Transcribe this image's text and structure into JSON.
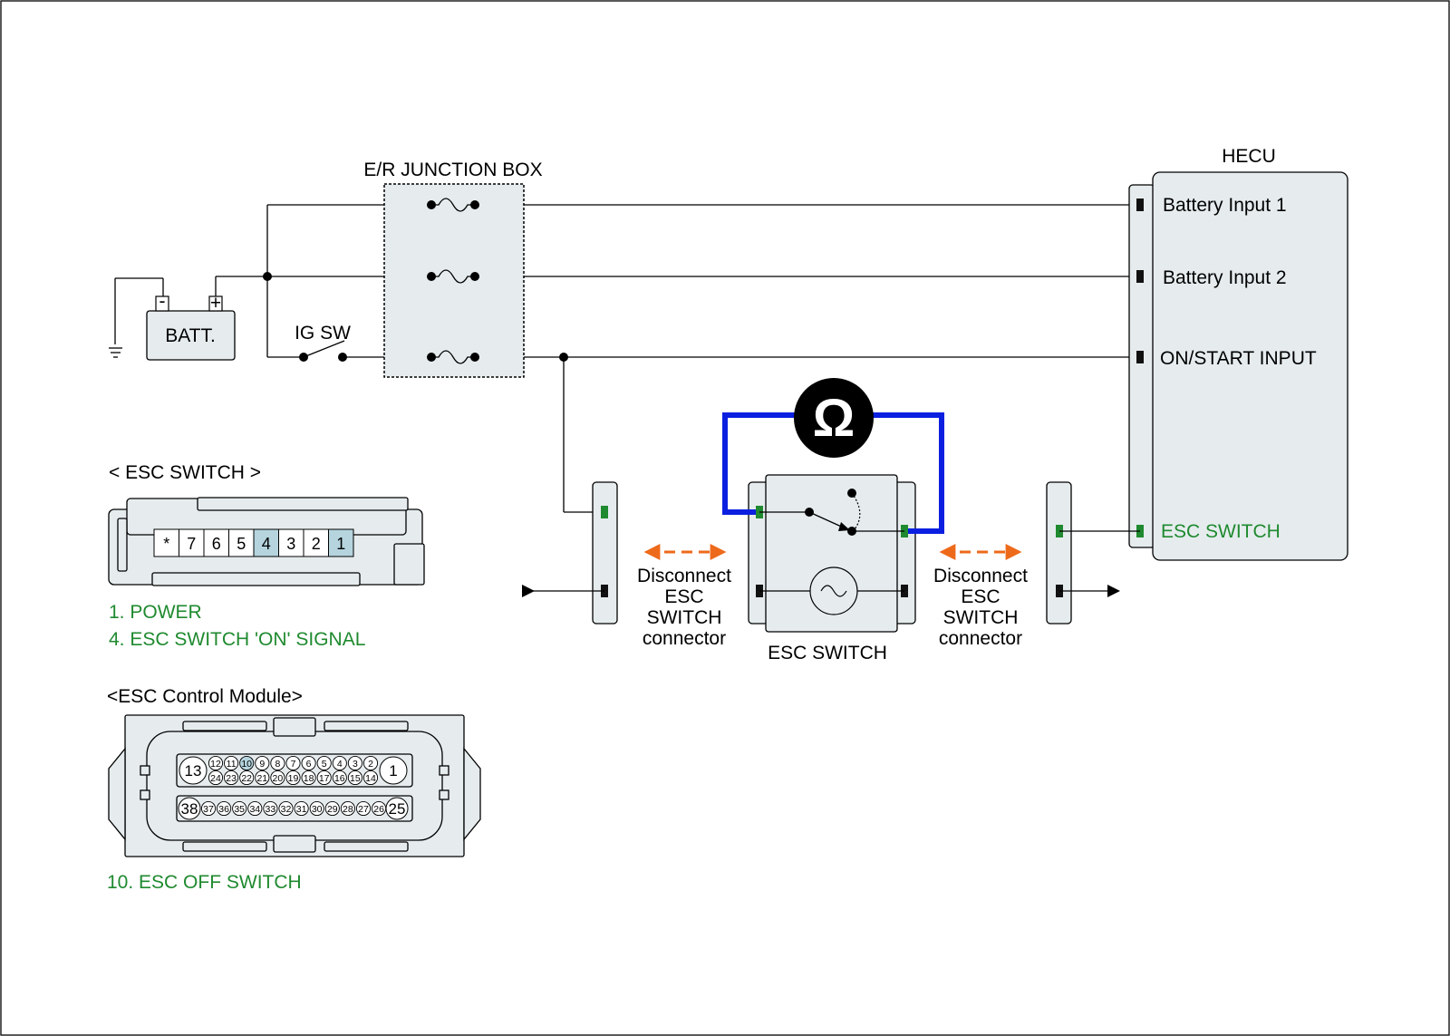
{
  "jbox": {
    "title": "E/R JUNCTION BOX"
  },
  "battery": {
    "label": "BATT.",
    "minus": "-",
    "plus": "+"
  },
  "ig_switch": {
    "label": "IG SW"
  },
  "hecu": {
    "title": "HECU",
    "pins": [
      "Battery Input 1",
      "Battery Input 2",
      "ON/START INPUT",
      "ESC SWITCH"
    ]
  },
  "meter": {
    "symbol": "Ω"
  },
  "disconnect_left": {
    "lines": [
      "Disconnect",
      "ESC",
      "SWITCH",
      "connector"
    ]
  },
  "disconnect_right": {
    "lines": [
      "Disconnect",
      "ESC",
      "SWITCH",
      "connector"
    ]
  },
  "esc_switch": {
    "label": "ESC SWITCH"
  },
  "esc_connector": {
    "title": "< ESC SWITCH >",
    "pins": [
      "*",
      "7",
      "6",
      "5",
      "4",
      "3",
      "2",
      "1"
    ],
    "highlighted": [
      "4",
      "1"
    ],
    "legend": [
      "1. POWER",
      "4. ESC SWITCH 'ON' SIGNAL"
    ]
  },
  "esc_module": {
    "title": "<ESC Control Module>",
    "large_pins": [
      "13",
      "1",
      "38",
      "25"
    ],
    "row1": [
      "12",
      "11",
      "10",
      "9",
      "8",
      "7",
      "6",
      "5",
      "4",
      "3",
      "2"
    ],
    "row2": [
      "24",
      "23",
      "22",
      "21",
      "20",
      "19",
      "18",
      "17",
      "16",
      "15",
      "14"
    ],
    "row3": [
      "37",
      "36",
      "35",
      "34",
      "33",
      "32",
      "31",
      "30",
      "29",
      "28",
      "27",
      "26"
    ],
    "highlighted": [
      "10"
    ],
    "legend": [
      "10. ESC OFF SWITCH"
    ]
  },
  "colors": {
    "highlight": "#b5d4de",
    "green": "#1f8a2f",
    "blue": "#0a1fe0",
    "orange": "#ee6a1b",
    "panel": "#e6ecee"
  }
}
